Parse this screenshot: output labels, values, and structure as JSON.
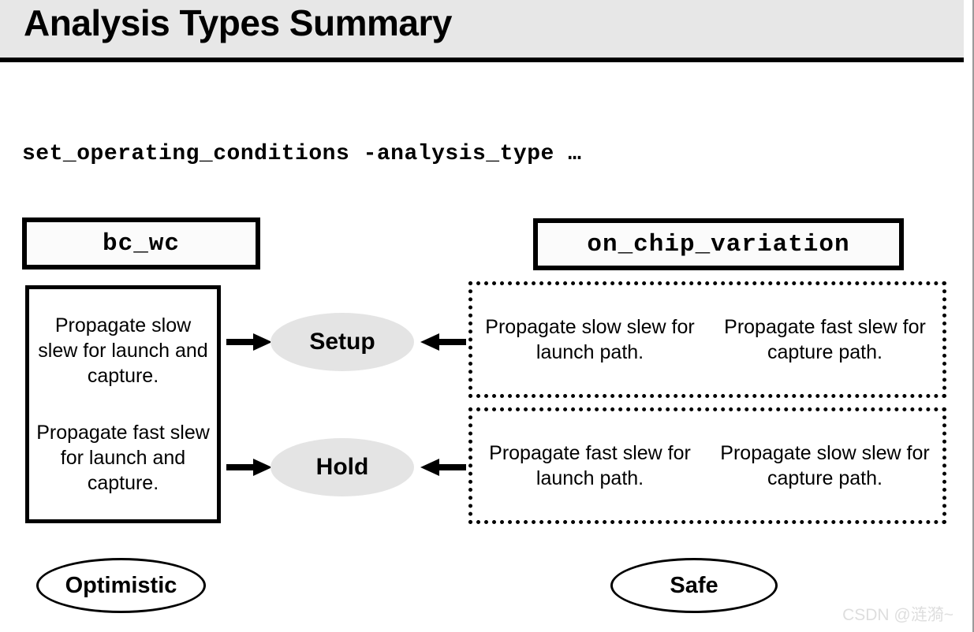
{
  "header": {
    "title": "Analysis Types Summary",
    "band_color": "#e7e7e7",
    "rule_color": "#000000"
  },
  "command": {
    "text": "set_operating_conditions -analysis_type …"
  },
  "columns": {
    "left": {
      "mode_label": "bc_wc",
      "description_paragraphs": [
        "Propagate slow slew for launch and capture.",
        "Propagate fast slew for launch and capture."
      ],
      "verdict": "Optimistic"
    },
    "right": {
      "mode_label": "on_chip_variation",
      "verdict": "Safe",
      "rows": [
        {
          "check": "Setup",
          "cells": [
            "Propagate slow slew for launch path.",
            "Propagate fast slew for capture path."
          ]
        },
        {
          "check": "Hold",
          "cells": [
            "Propagate fast slew for launch path.",
            "Propagate slow slew for capture path."
          ]
        }
      ]
    }
  },
  "checks": [
    {
      "label": "Setup",
      "fill_color": "#e4e4e4"
    },
    {
      "label": "Hold",
      "fill_color": "#e4e4e4"
    }
  ],
  "watermark": {
    "text": "CSDN @涟漪~"
  }
}
